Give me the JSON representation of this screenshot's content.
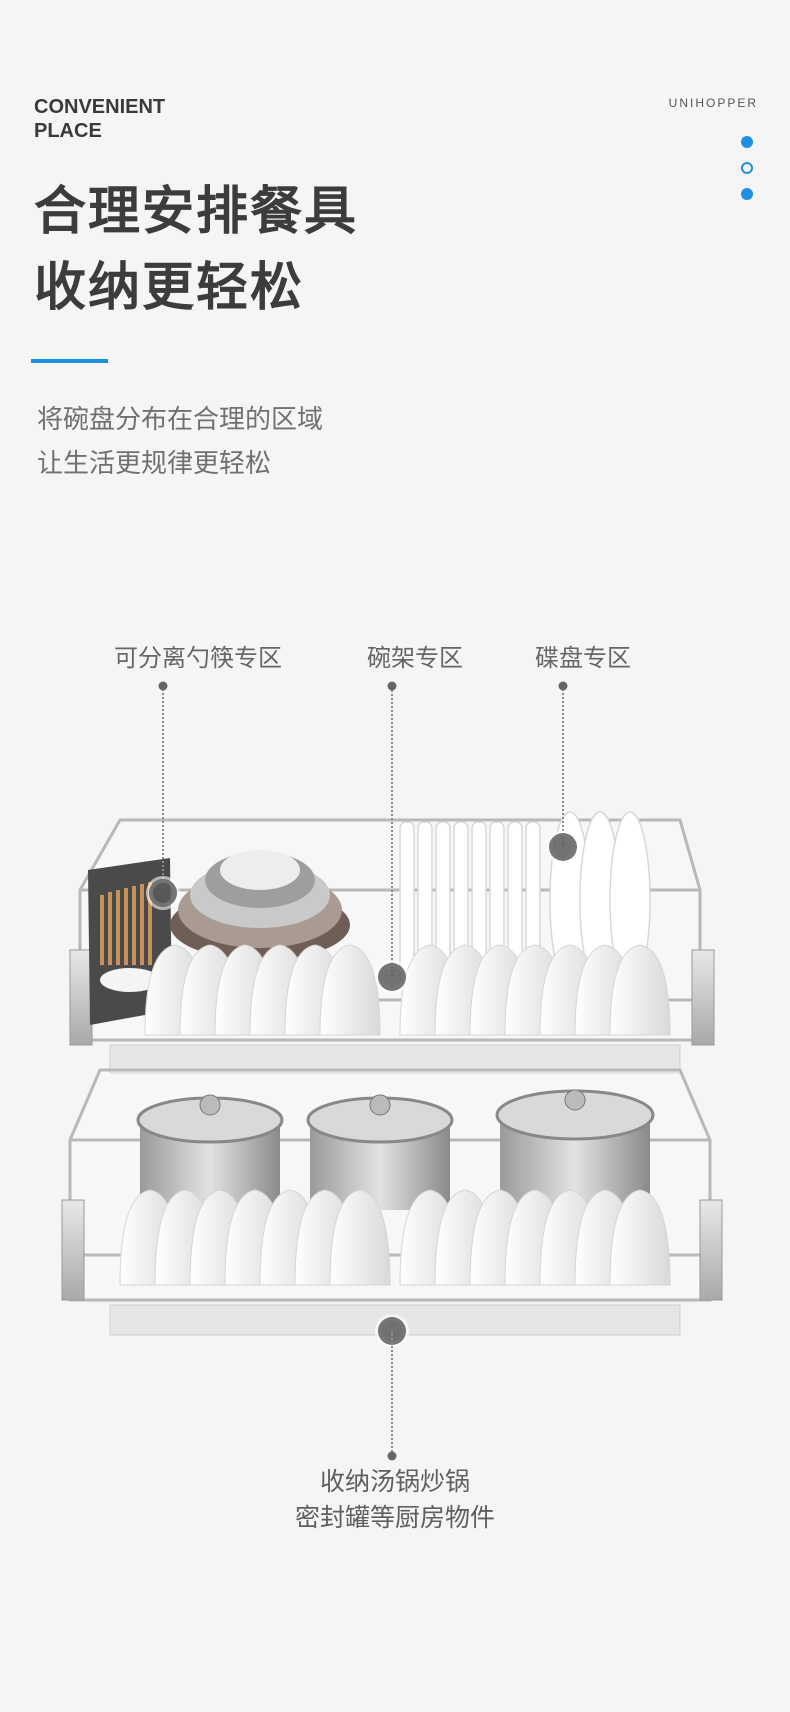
{
  "header": {
    "eyebrow_line1": "CONVENIENT",
    "eyebrow_line2": "PLACE",
    "brand": "UNIHOPPER",
    "title_line1": "合理安排餐具",
    "title_line2": "收纳更轻松",
    "subtitle_line1": "将碗盘分布在合理的区域",
    "subtitle_line2": "让生活更规律更轻松",
    "accent_color": "#1e90e0"
  },
  "zones": {
    "utensil": "可分离勺筷专区",
    "bowl": "碗架专区",
    "plate": "碟盘专区"
  },
  "bottom": {
    "line1": "收纳汤锅炒锅",
    "line2": "密封罐等厨房物件"
  }
}
